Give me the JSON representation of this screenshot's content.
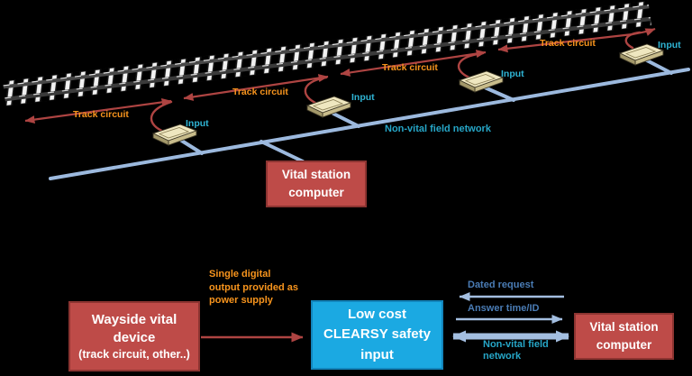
{
  "colors": {
    "background": "#000000",
    "box_red_fill": "#BE4B48",
    "box_red_border": "#8C3431",
    "box_blue_fill": "#1BA9E2",
    "box_blue_border": "#1285BC",
    "track_circuit_arrow_red": "#AE4442",
    "orange_label": "#F7941D",
    "cyan_label": "#2FB4D4",
    "steel_blue_label": "#4A7CB5",
    "teal_label": "#26A6C7",
    "network_line_blue": "#9CB9DE",
    "device_top_beige": "#EFE7C0"
  },
  "track_diagram": {
    "track_circuit_labels": [
      "Track circuit",
      "Track circuit",
      "Track circuit",
      "Track circuit"
    ],
    "input_labels": [
      "Input",
      "Input",
      "Input",
      "Input"
    ],
    "network_label": "Non-vital field network",
    "station_computer_box": {
      "line1": "Vital station",
      "line2": "computer"
    }
  },
  "flow_diagram": {
    "wayside_device_box": {
      "line1": "Wayside vital",
      "line2": "device",
      "line3": "(track circuit, other..)"
    },
    "clearsy_box": {
      "line1": "Low cost",
      "line2": "CLEARSY safety",
      "line3": "input"
    },
    "station_computer_box": {
      "line1": "Vital station",
      "line2": "computer"
    },
    "power_supply_label": {
      "line1": "Single digital",
      "line2": "output provided as",
      "line3": "power supply"
    },
    "dated_request_label": "Dated request",
    "answer_label": "Answer time/ID",
    "network_label": {
      "line1": "Non-vital field",
      "line2": "network"
    }
  }
}
